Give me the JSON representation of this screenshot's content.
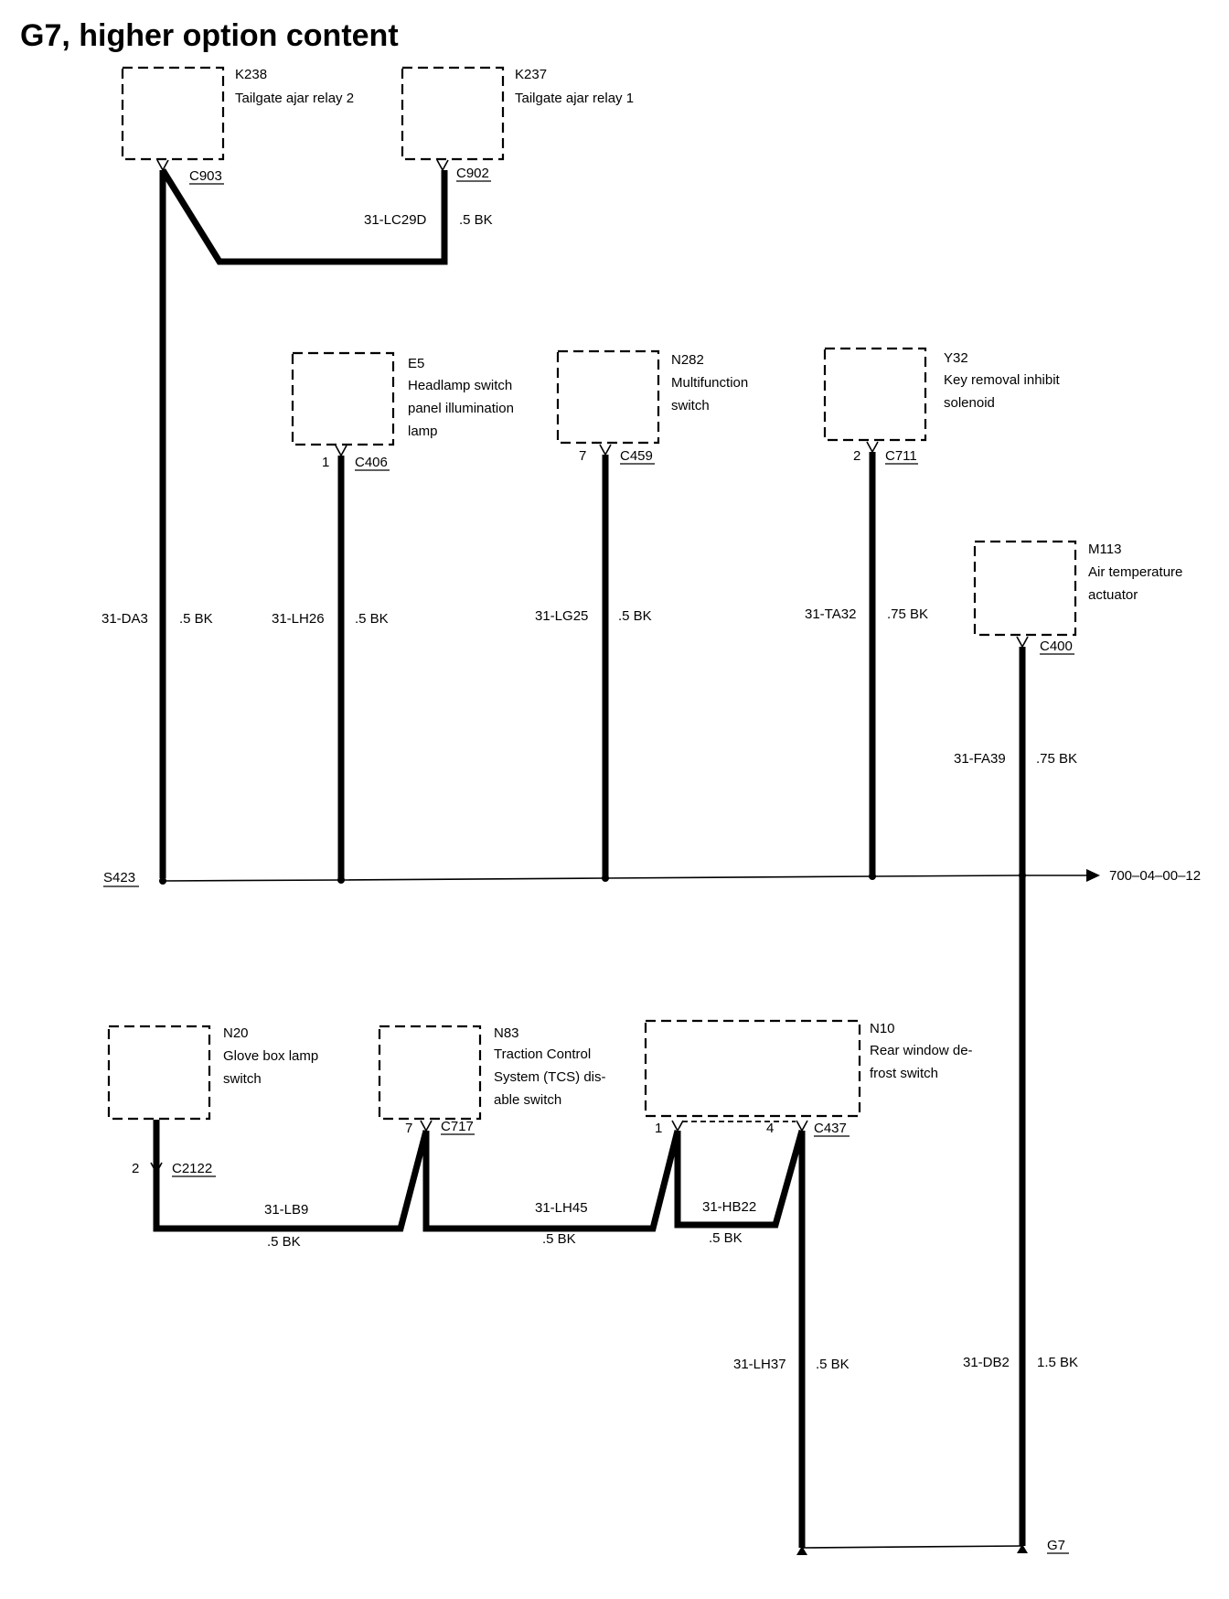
{
  "title": "G7, higher option content",
  "components": [
    {
      "id": "K238",
      "name_lines": [
        "Tailgate ajar relay 2"
      ]
    },
    {
      "id": "K237",
      "name_lines": [
        "Tailgate ajar relay 1"
      ]
    },
    {
      "id": "E5",
      "name_lines": [
        "Headlamp switch",
        "panel illumination",
        "lamp"
      ]
    },
    {
      "id": "N282",
      "name_lines": [
        "Multifunction",
        "switch"
      ]
    },
    {
      "id": "Y32",
      "name_lines": [
        "Key removal inhibit",
        "solenoid"
      ]
    },
    {
      "id": "M113",
      "name_lines": [
        "Air temperature",
        "actuator"
      ]
    },
    {
      "id": "N20",
      "name_lines": [
        "Glove box lamp",
        "switch"
      ]
    },
    {
      "id": "N83",
      "name_lines": [
        "Traction Control",
        "System (TCS) dis-",
        "able switch"
      ]
    },
    {
      "id": "N10",
      "name_lines": [
        "Rear window de-",
        "frost switch"
      ]
    }
  ],
  "connectors": [
    {
      "id": "C903",
      "pin": ""
    },
    {
      "id": "C902",
      "pin": ""
    },
    {
      "id": "C406",
      "pin": "1"
    },
    {
      "id": "C459",
      "pin": "7"
    },
    {
      "id": "C711",
      "pin": "2"
    },
    {
      "id": "C400",
      "pin": ""
    },
    {
      "id": "C2122",
      "pin": "2"
    },
    {
      "id": "C717",
      "pin": "7"
    },
    {
      "id": "C437",
      "pin": "1",
      "pin2": "4"
    }
  ],
  "wires": [
    {
      "code": "31-LC29D",
      "size": ".5 BK"
    },
    {
      "code": "31-DA3",
      "size": ".5 BK"
    },
    {
      "code": "31-LH26",
      "size": ".5 BK"
    },
    {
      "code": "31-LG25",
      "size": ".5 BK"
    },
    {
      "code": "31-TA32",
      "size": ".75 BK"
    },
    {
      "code": "31-FA39",
      "size": ".75 BK"
    },
    {
      "code": "31-LB9",
      "size": ".5 BK"
    },
    {
      "code": "31-LH45",
      "size": ".5 BK"
    },
    {
      "code": "31-HB22",
      "size": ".5 BK"
    },
    {
      "code": "31-LH37",
      "size": ".5 BK"
    },
    {
      "code": "31-DB2",
      "size": "1.5 BK"
    }
  ],
  "splice": "S423",
  "continuation_ref": "700–04–00–12",
  "ground": "G7"
}
